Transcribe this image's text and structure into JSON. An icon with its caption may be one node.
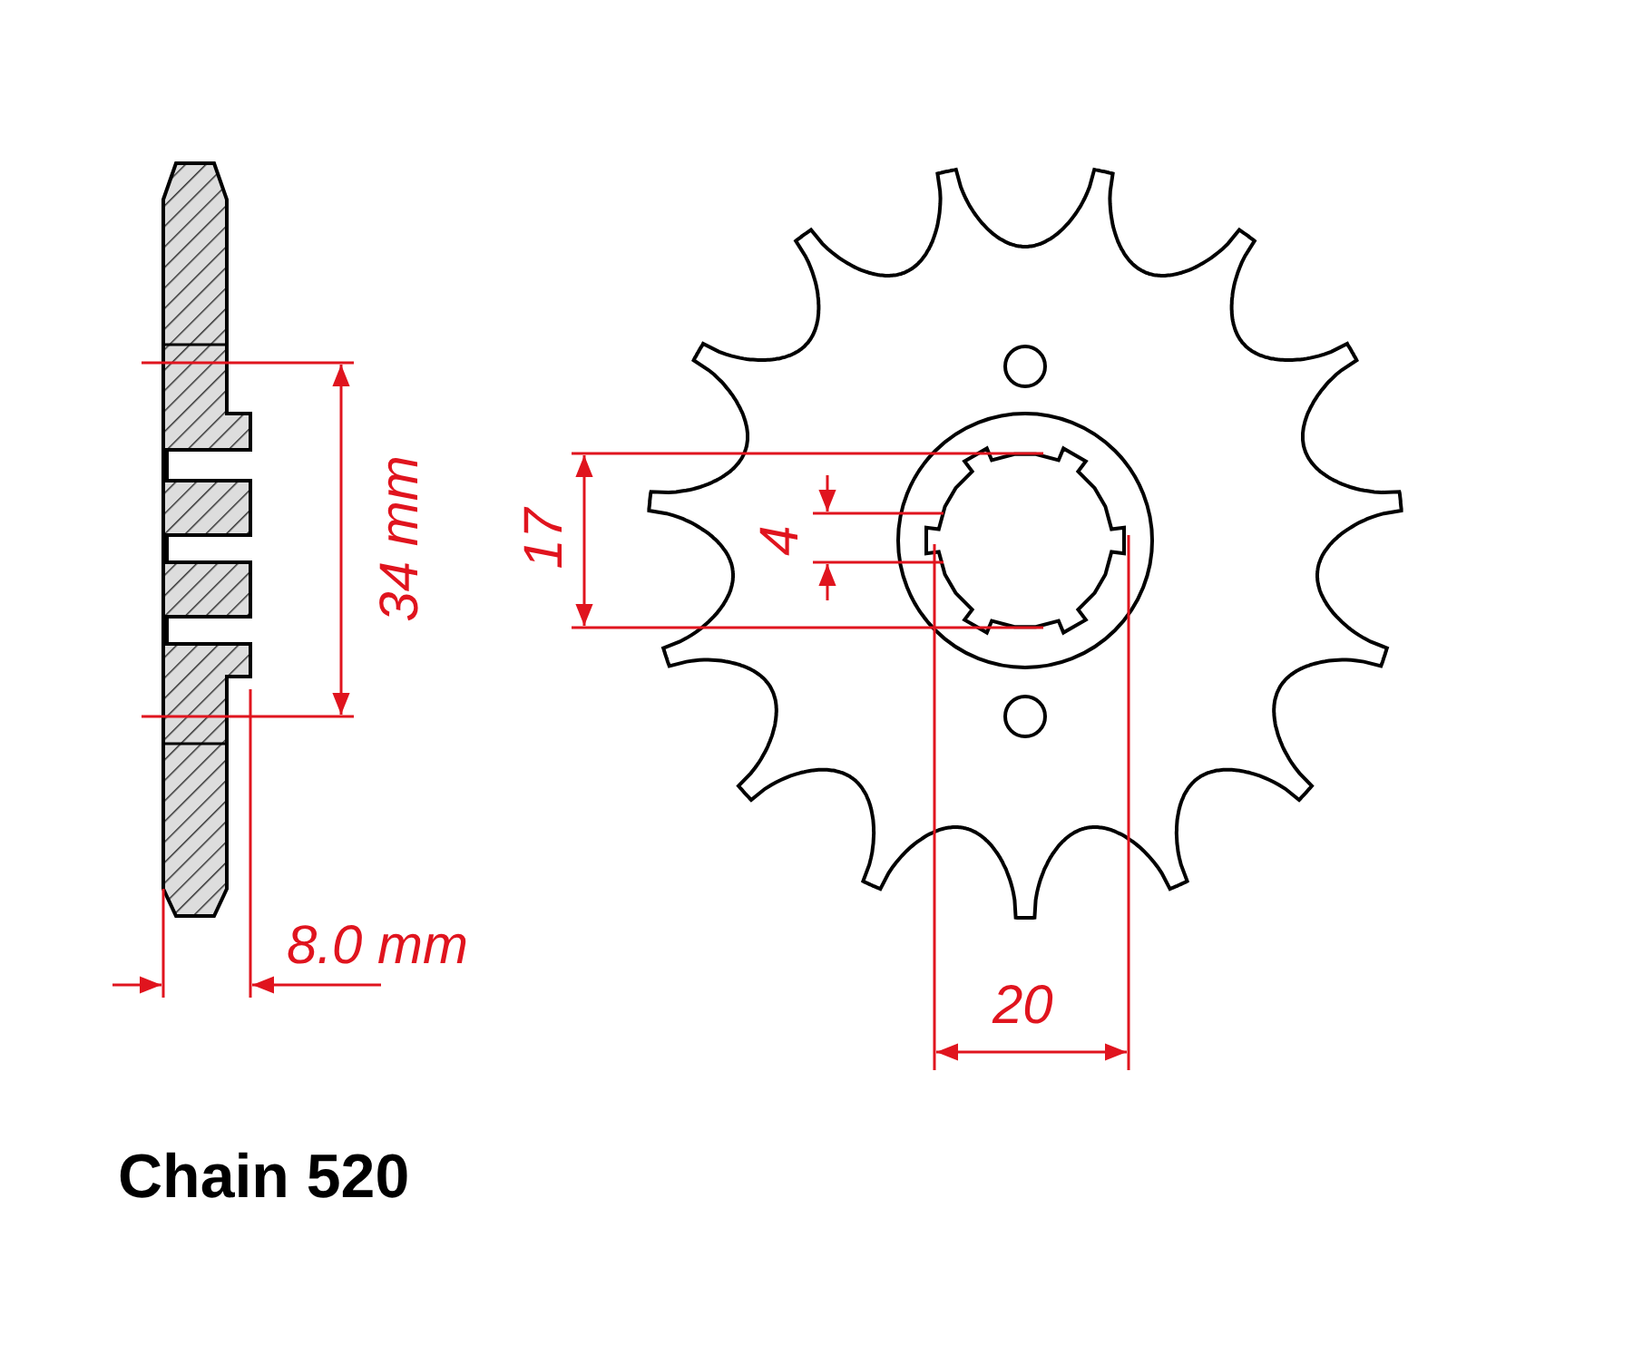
{
  "diagram": {
    "labels": [
      "34 mm",
      "17",
      "4",
      "8.0 mm",
      "20",
      "Chain 520"
    ]
  }
}
